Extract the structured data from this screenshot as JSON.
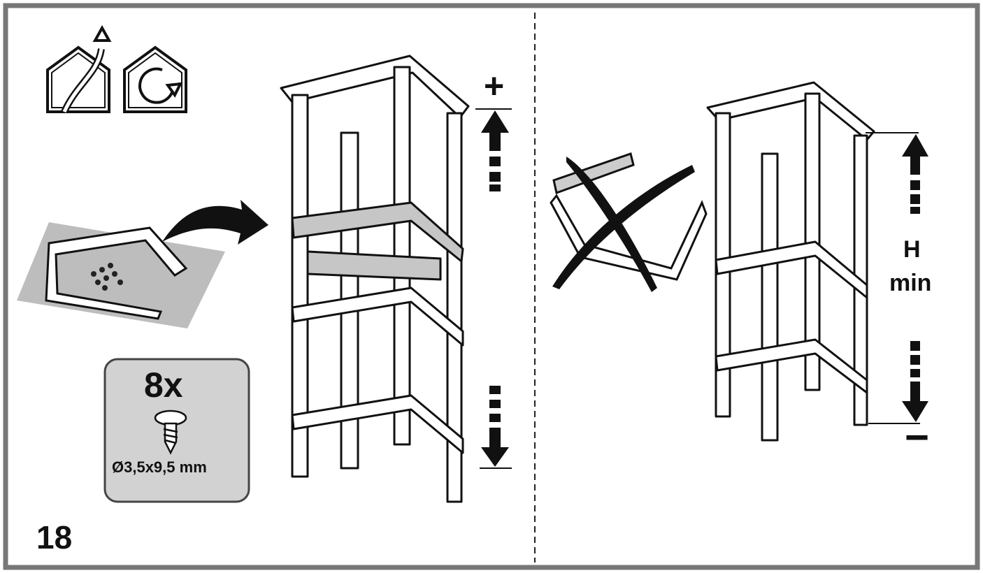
{
  "step": {
    "number": "18"
  },
  "screws": {
    "quantity": "8x",
    "size": "Ø3,5x9,5 mm"
  },
  "height": {
    "letter": "H",
    "qualifier": "min"
  },
  "adjust": {
    "plus": "+",
    "minus": "−"
  },
  "icons": [
    "exhaust-mode-icon",
    "recirculation-mode-icon",
    "screw-icon",
    "curved-arrow-icon",
    "cross-out-icon"
  ],
  "colors": {
    "frame": "#777777",
    "line": "#111111",
    "panel": "#c8c8c8",
    "badge": "#d2d2d2"
  }
}
